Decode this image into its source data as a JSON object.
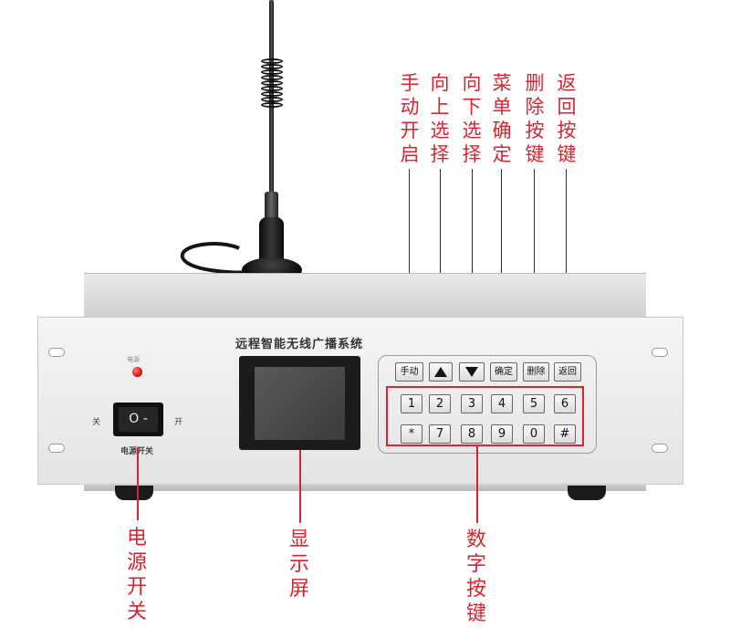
{
  "panel": {
    "brand_title": "远程智能无线广播系统",
    "power_led_label": "电源",
    "switch_symbol": "O -",
    "switch_off_label": "关",
    "switch_on_label": "开",
    "switch_caption": "电源开关"
  },
  "function_keys": [
    {
      "label": "手动"
    },
    {
      "label": "▲",
      "icon": "triangle-up-icon"
    },
    {
      "label": "▼",
      "icon": "triangle-down-icon"
    },
    {
      "label": "确定"
    },
    {
      "label": "删除"
    },
    {
      "label": "返回"
    }
  ],
  "number_keys": {
    "row1": [
      "1",
      "2",
      "3",
      "4",
      "5",
      "6"
    ],
    "row2": [
      "*",
      "7",
      "8",
      "9",
      "0",
      "#"
    ]
  },
  "top_callouts": [
    "手动开启",
    "向上选择",
    "向下选择",
    "菜单确定",
    "删除按键",
    "返回按键"
  ],
  "bottom_callouts": {
    "power": "电源开关",
    "display": "显示屏",
    "keys": "数字按键"
  },
  "colors": {
    "callout": "#d9232e",
    "led": "#d40000",
    "chassis": "#ececec"
  }
}
